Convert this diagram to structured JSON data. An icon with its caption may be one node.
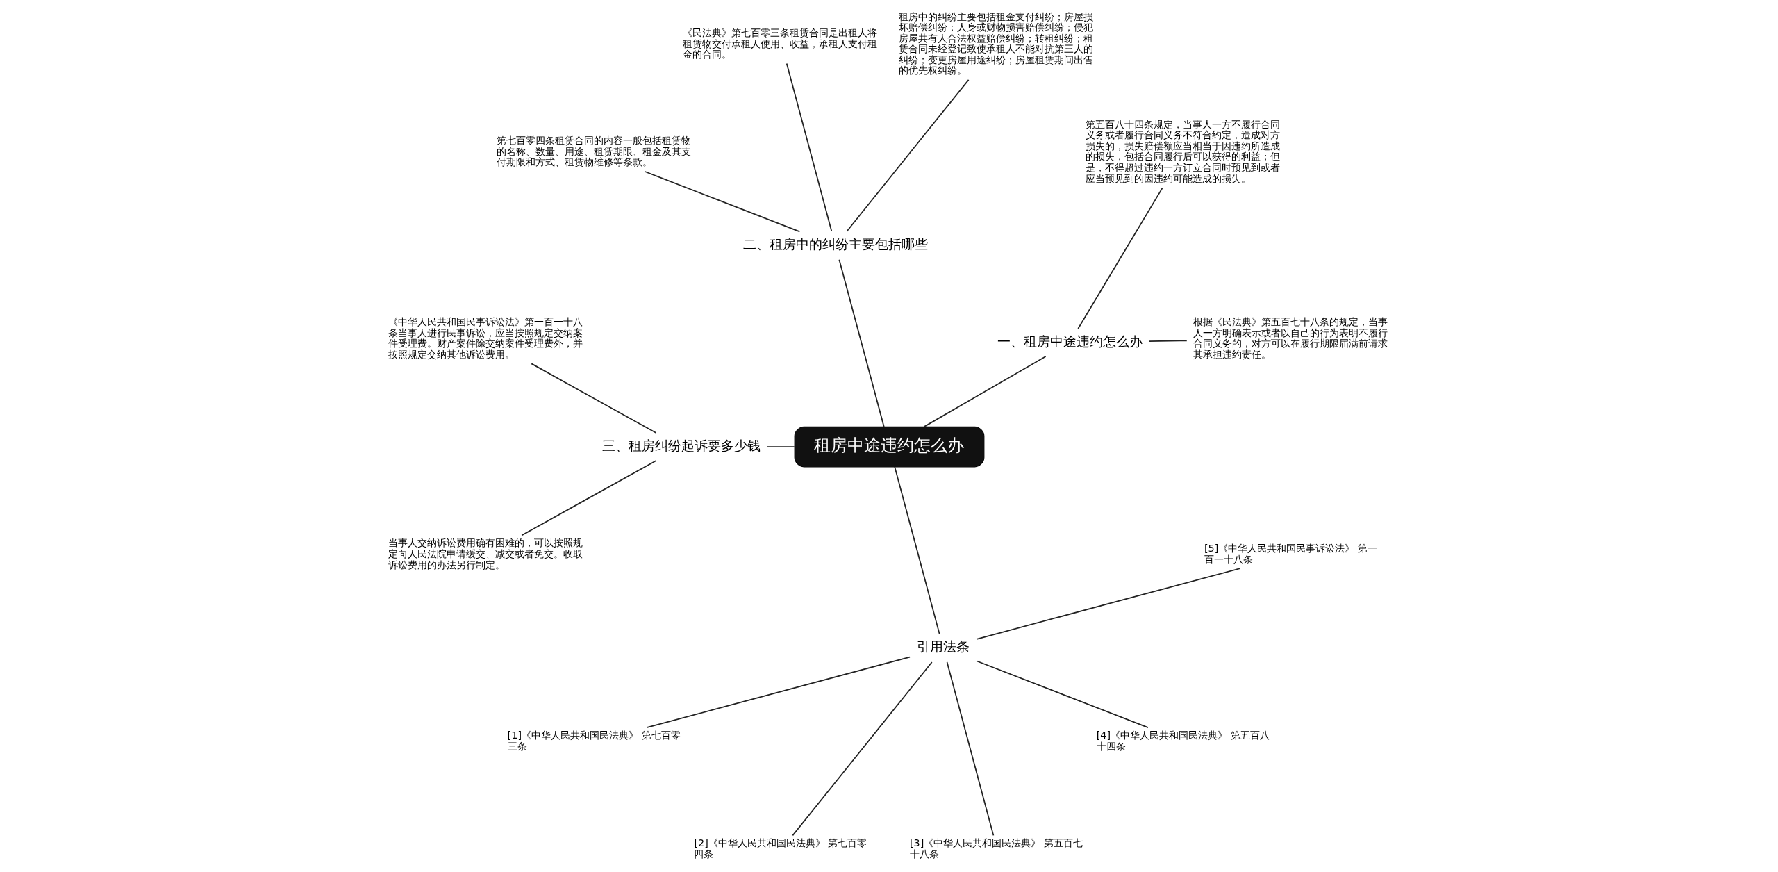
{
  "diagram": {
    "nodes": [
      {
        "text": [
          "租房中途违约怎么办"
        ]
      },
      {
        "text": [
          "一、租房中途违约怎么办"
        ]
      },
      {
        "text": [
          "根据《民法典》第五百七十八条的规定，当事人一方明确表示或者以自己的行为表明不履行合同义务的，对方可以在履行期限届满前请求其承担违约责任。"
        ]
      },
      {
        "text": [
          "第五百八十四条规定，当事人一方不履行合同义务或者履行合同义务不符合约定，造成对方损失的，损失赔偿额应当相当于因违约所造成的损失，包括合同履行后可以获得的利益；但是，不得超过违约一方订立合同时预见到或者应当预见到的因违约可能造成的损失。"
        ]
      },
      {
        "text": [
          "二、租房中的纠纷主要包括哪些"
        ]
      },
      {
        "text": [
          "租房中的纠纷主要包括租金支付纠纷；房屋损坏赔偿纠纷；人身或财物损害赔偿纠纷；侵犯房屋共有人合法权益赔偿纠纷；转租纠纷；租赁合同未经登记致使承租人不能对抗第三人的纠纷；变更房屋用途纠纷；房屋租赁期间出售的优先权纠纷。"
        ]
      },
      {
        "text": [
          "《民法典》第七百零三条租赁合同是出租人将租赁物交付承租人使用、收益，承租人支付租金的合同。"
        ]
      },
      {
        "text": [
          "第七百零四条租赁合同的内容一般包括租赁物的名称、数量、用途、租赁期限、租金及其支付期限和方式、租赁物维修等条款。"
        ]
      },
      {
        "text": [
          "三、租房纠纷起诉要多少钱"
        ]
      },
      {
        "text": [
          "《中华人民共和国民事诉讼法》第一百一十八条当事人进行民事诉讼，应当按照规定交纳案件受理费。财产案件除交纳案件受理费外，并按照规定交纳其他诉讼费用。"
        ]
      },
      {
        "text": [
          "当事人交纳诉讼费用确有困难的，可以按照规定向人民法院申请缓交、减交或者免交。收取诉讼费用的办法另行制定。"
        ]
      },
      {
        "text": [
          "引用法条"
        ]
      },
      {
        "text": [
          "[1]《中华人民共和国民法典》 第七百零三条"
        ]
      },
      {
        "text": [
          "[2]《中华人民共和国民法典》 第七百零四条"
        ]
      },
      {
        "text": [
          "[3]《中华人民共和国民法典》 第五百七十八条"
        ]
      },
      {
        "text": [
          "[4]《中华人民共和国民法典》 第五百八十四条"
        ]
      },
      {
        "text": [
          "[5]《中华人民共和国民事诉讼法》 第一百一十八条"
        ]
      }
    ],
    "edges": [
      {
        "from": 0,
        "to": 1,
        "arrow": "none"
      },
      {
        "from": 1,
        "to": 2,
        "arrow": "none"
      },
      {
        "from": 1,
        "to": 3,
        "arrow": "none"
      },
      {
        "from": 0,
        "to": 4,
        "arrow": "none"
      },
      {
        "from": 4,
        "to": 5,
        "arrow": "none"
      },
      {
        "from": 4,
        "to": 6,
        "arrow": "none"
      },
      {
        "from": 4,
        "to": 7,
        "arrow": "none"
      },
      {
        "from": 0,
        "to": 8,
        "arrow": "none"
      },
      {
        "from": 8,
        "to": 9,
        "arrow": "none"
      },
      {
        "from": 8,
        "to": 10,
        "arrow": "none"
      },
      {
        "from": 0,
        "to": 11,
        "arrow": "none"
      },
      {
        "from": 11,
        "to": 12,
        "arrow": "none"
      },
      {
        "from": 11,
        "to": 13,
        "arrow": "none"
      },
      {
        "from": 11,
        "to": 14,
        "arrow": "none"
      },
      {
        "from": 11,
        "to": 15,
        "arrow": "none"
      },
      {
        "from": 11,
        "to": 16,
        "arrow": "none"
      }
    ]
  }
}
